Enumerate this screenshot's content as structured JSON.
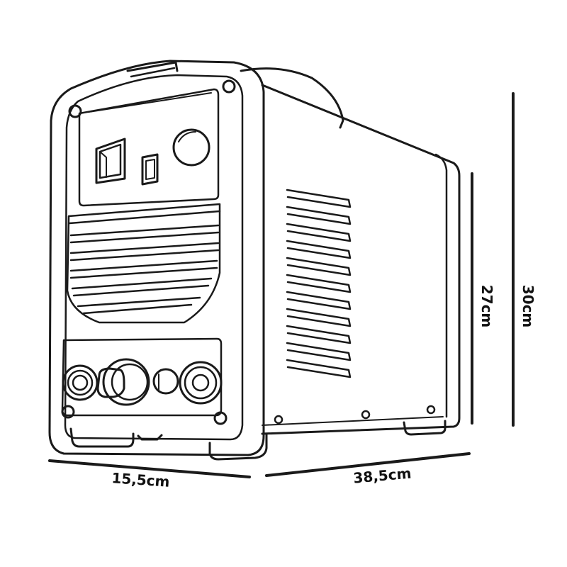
{
  "dimensions": {
    "width": "15,5cm",
    "depth": "38,5cm",
    "height_body": "27cm",
    "height_total": "30cm"
  },
  "colors": {
    "line": "#1a1a1a",
    "background": "#ffffff"
  }
}
